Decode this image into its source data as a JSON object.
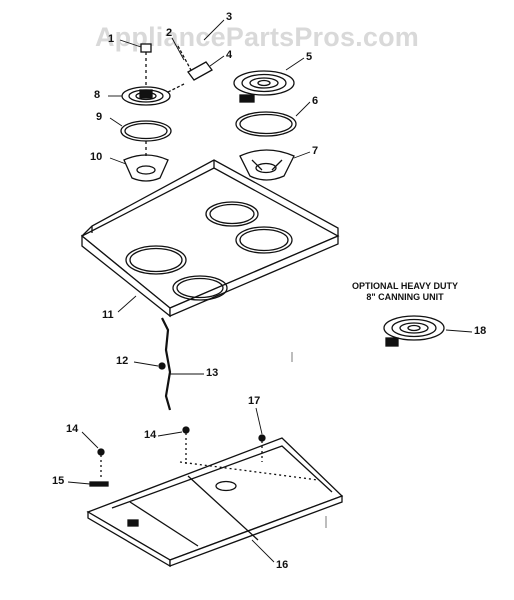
{
  "watermark": "AppliancePartsPros.com",
  "note": {
    "line1": "OPTIONAL HEAVY DUTY",
    "line2": "8\" CANNING UNIT"
  },
  "callouts": {
    "c1": "1",
    "c2": "2",
    "c3": "3",
    "c4": "4",
    "c5": "5",
    "c6": "6",
    "c7": "7",
    "c8": "8",
    "c9": "9",
    "c10": "10",
    "c11": "11",
    "c12": "12",
    "c13": "13",
    "c14a": "14",
    "c14b": "14",
    "c15": "15",
    "c16": "16",
    "c17": "17",
    "c18": "18"
  }
}
